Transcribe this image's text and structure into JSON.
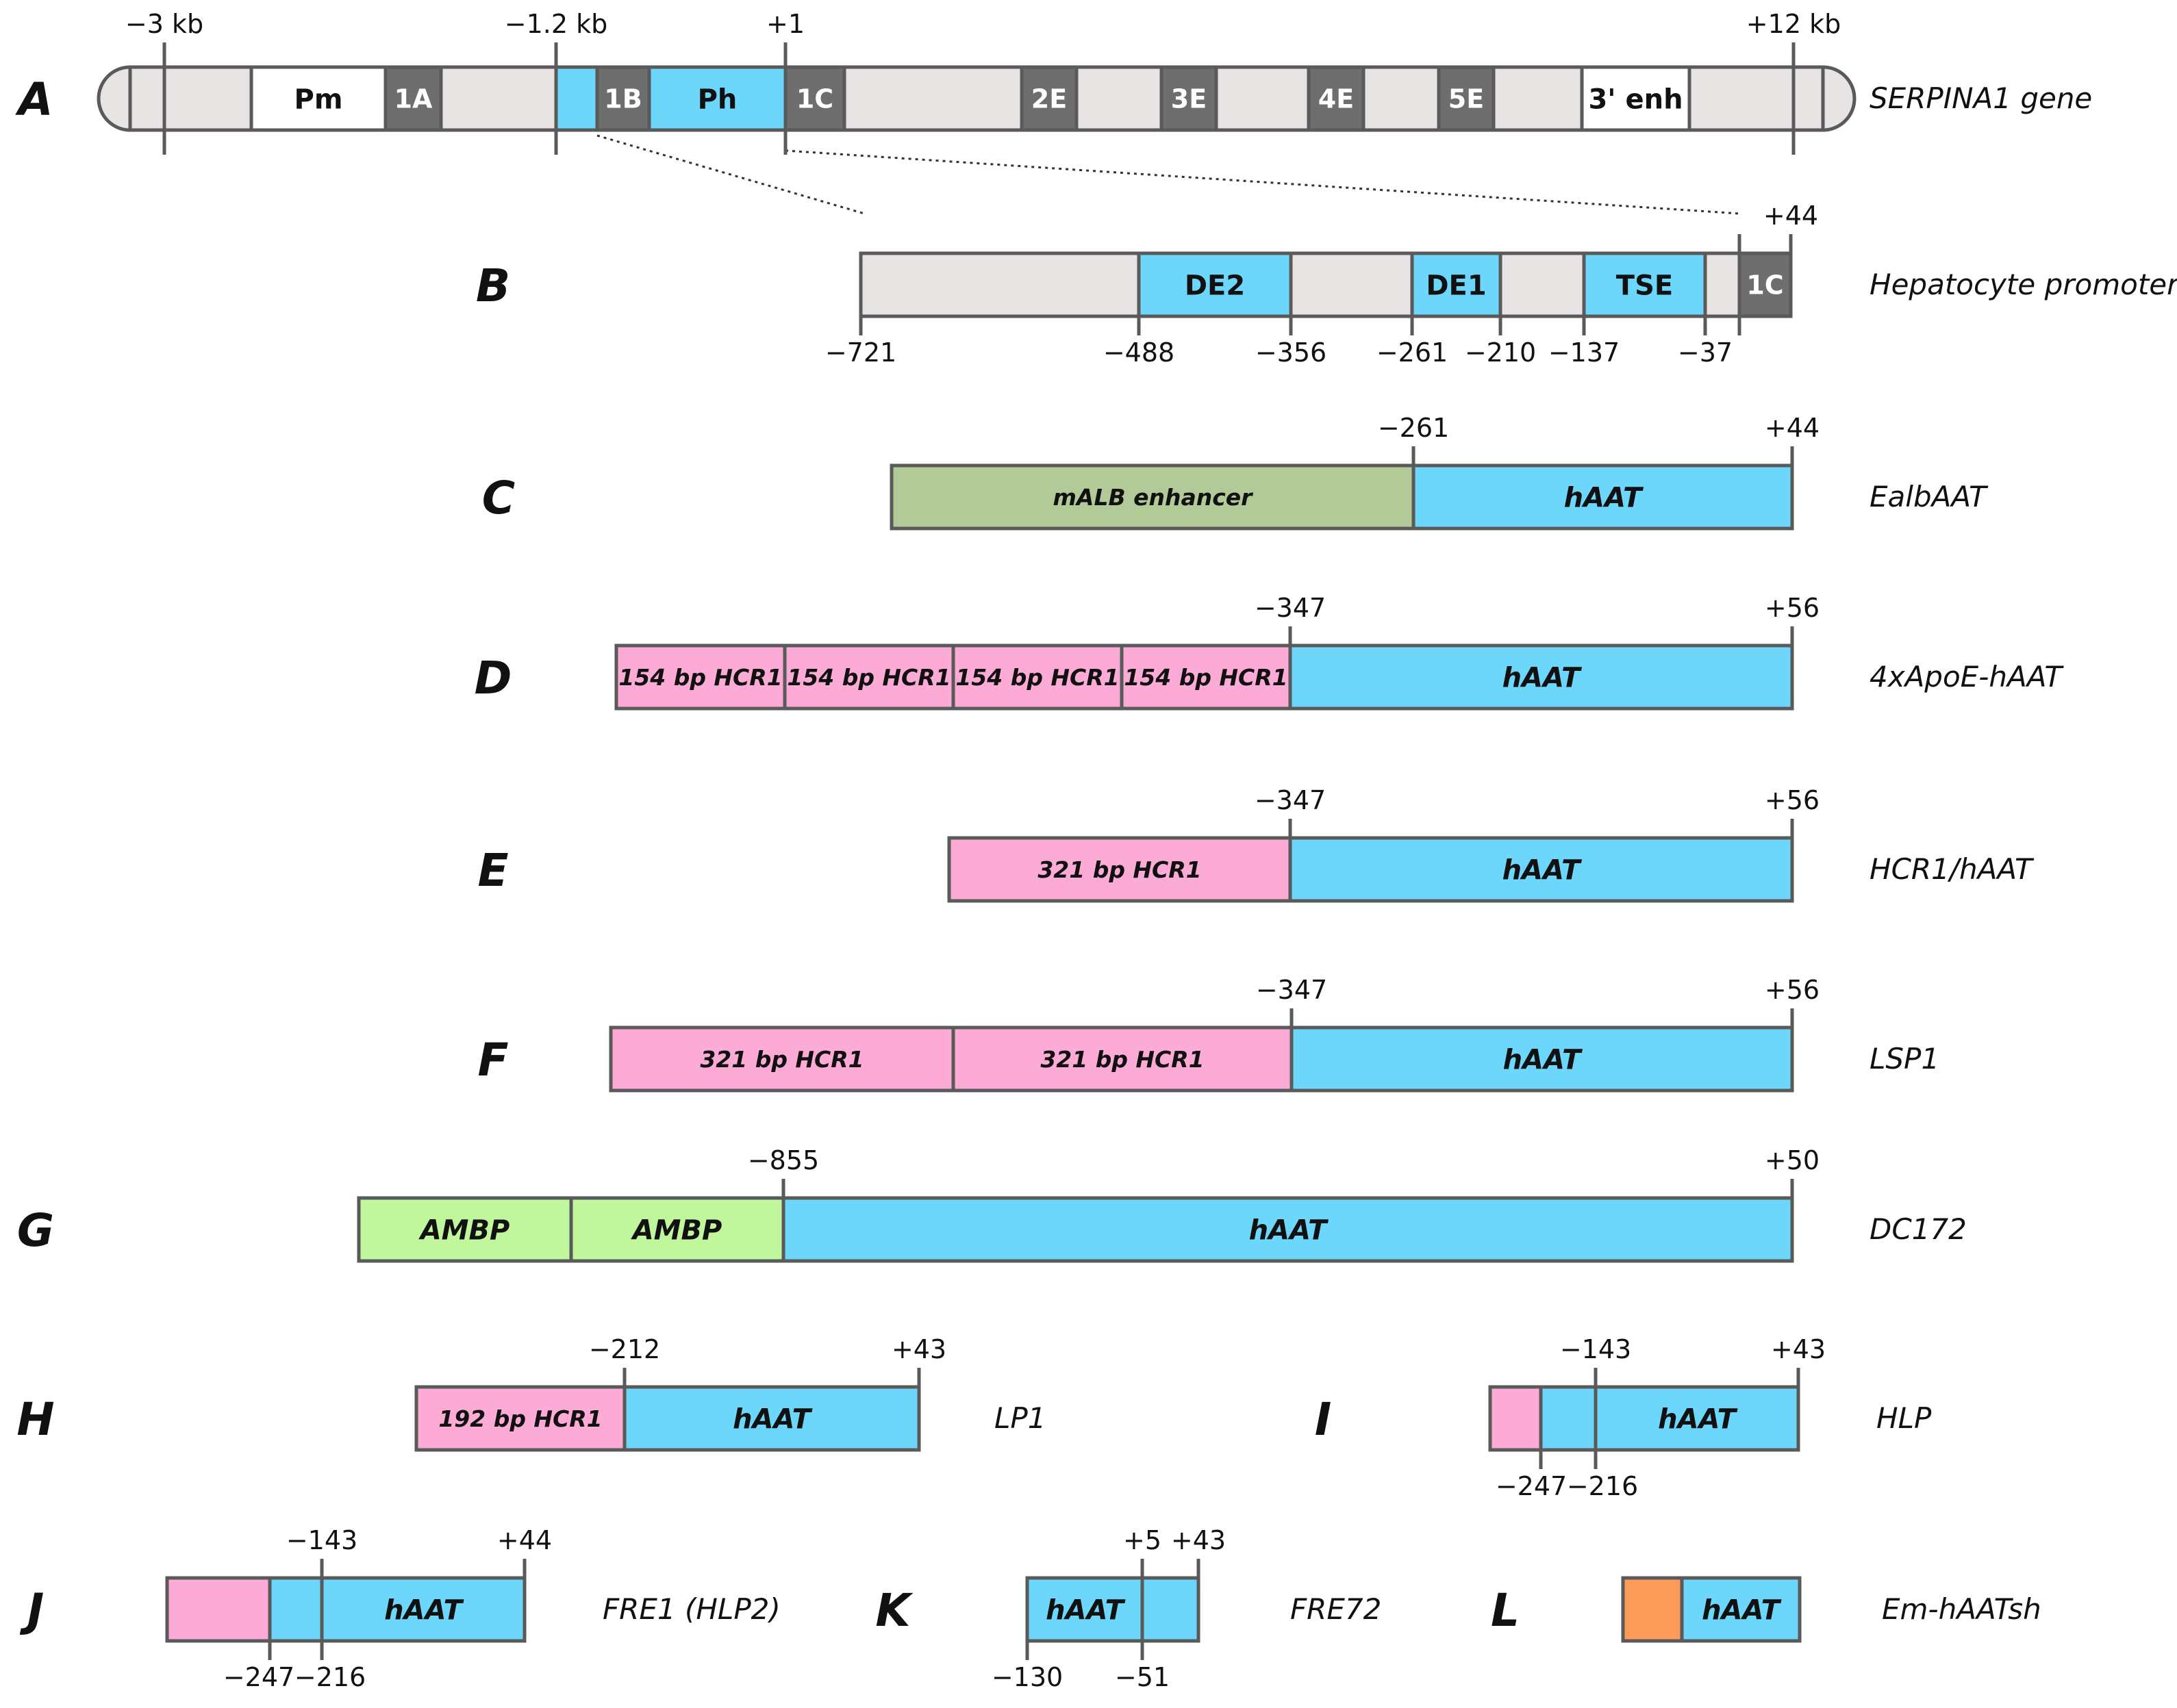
{
  "colors": {
    "gray_fill": "#e8e4e4",
    "dark_box": "#6e6e6e",
    "blue": "#6dd6fb",
    "green": "#b1ca97",
    "pink": "#fbabd6",
    "light_green": "#c0f79c",
    "orange": "#fc9a5a",
    "white": "#ffffff",
    "stroke": "#5a5a5a"
  },
  "panels": [
    {
      "letter": "A",
      "name": "SERPINA1 gene",
      "segments": [
        {
          "label": "",
          "color": "gray_fill"
        },
        {
          "label": "Pm",
          "color": "white"
        },
        {
          "label": "1A",
          "color": "dark_box"
        },
        {
          "label": "",
          "color": "gray_fill"
        },
        {
          "label": "",
          "color": "blue"
        },
        {
          "label": "1B",
          "color": "dark_box"
        },
        {
          "label": "Ph",
          "color": "blue"
        },
        {
          "label": "1C",
          "color": "dark_box"
        },
        {
          "label": "",
          "color": "gray_fill"
        },
        {
          "label": "2E",
          "color": "dark_box"
        },
        {
          "label": "",
          "color": "gray_fill"
        },
        {
          "label": "3E",
          "color": "dark_box"
        },
        {
          "label": "",
          "color": "gray_fill"
        },
        {
          "label": "4E",
          "color": "dark_box"
        },
        {
          "label": "",
          "color": "gray_fill"
        },
        {
          "label": "5E",
          "color": "dark_box"
        },
        {
          "label": "",
          "color": "gray_fill"
        },
        {
          "label": "3' enh",
          "color": "white"
        },
        {
          "label": "",
          "color": "gray_fill"
        }
      ],
      "ticks_top": [
        "−3 kb",
        "−1.2 kb",
        "+1",
        "+12 kb"
      ],
      "ticks_bottom": []
    },
    {
      "letter": "B",
      "name": "Hepatocyte promoter",
      "segments": [
        {
          "label": "",
          "color": "gray_fill"
        },
        {
          "label": "DE2",
          "color": "blue"
        },
        {
          "label": "",
          "color": "gray_fill"
        },
        {
          "label": "DE1",
          "color": "blue"
        },
        {
          "label": "",
          "color": "gray_fill"
        },
        {
          "label": "TSE",
          "color": "blue"
        },
        {
          "label": "",
          "color": "gray_fill"
        },
        {
          "label": "1C",
          "color": "dark_box"
        }
      ],
      "ticks_top": [
        "+44"
      ],
      "ticks_bottom": [
        "−721",
        "−488",
        "−356",
        "−261",
        "−210",
        "−137",
        "−37"
      ]
    },
    {
      "letter": "C",
      "name": "EalbAAT",
      "segments": [
        {
          "label": "mALB enhancer",
          "color": "green"
        },
        {
          "label": "hAAT",
          "color": "blue"
        }
      ],
      "ticks_top": [
        "−261",
        "+44"
      ],
      "ticks_bottom": []
    },
    {
      "letter": "D",
      "name": "4xApoE-hAAT",
      "segments": [
        {
          "label": "154 bp HCR1",
          "color": "pink"
        },
        {
          "label": "154 bp HCR1",
          "color": "pink"
        },
        {
          "label": "154 bp HCR1",
          "color": "pink"
        },
        {
          "label": "154 bp HCR1",
          "color": "pink"
        },
        {
          "label": "hAAT",
          "color": "blue"
        }
      ],
      "ticks_top": [
        "−347",
        "+56"
      ],
      "ticks_bottom": []
    },
    {
      "letter": "E",
      "name": "HCR1/hAAT",
      "segments": [
        {
          "label": "321 bp HCR1",
          "color": "pink"
        },
        {
          "label": "hAAT",
          "color": "blue"
        }
      ],
      "ticks_top": [
        "−347",
        "+56"
      ],
      "ticks_bottom": []
    },
    {
      "letter": "F",
      "name": "LSP1",
      "segments": [
        {
          "label": "321 bp HCR1",
          "color": "pink"
        },
        {
          "label": "321 bp HCR1",
          "color": "pink"
        },
        {
          "label": "hAAT",
          "color": "blue"
        }
      ],
      "ticks_top": [
        "−347",
        "+56"
      ],
      "ticks_bottom": []
    },
    {
      "letter": "G",
      "name": "DC172",
      "segments": [
        {
          "label": "AMBP",
          "color": "light_green"
        },
        {
          "label": "AMBP",
          "color": "light_green"
        },
        {
          "label": "hAAT",
          "color": "blue"
        }
      ],
      "ticks_top": [
        "−855",
        "+50"
      ],
      "ticks_bottom": []
    },
    {
      "letter": "H",
      "name": "LP1",
      "segments": [
        {
          "label": "192 bp HCR1",
          "color": "pink"
        },
        {
          "label": "hAAT",
          "color": "blue"
        }
      ],
      "ticks_top": [
        "−212",
        "+43"
      ],
      "ticks_bottom": []
    },
    {
      "letter": "I",
      "name": "HLP",
      "segments": [
        {
          "label": "",
          "color": "pink"
        },
        {
          "label": "",
          "color": "blue"
        },
        {
          "label": "hAAT",
          "color": "blue"
        }
      ],
      "ticks_top": [
        "−143",
        "+43"
      ],
      "ticks_bottom": [
        "−247",
        "−216"
      ]
    },
    {
      "letter": "J",
      "name": "FRE1 (HLP2)",
      "segments": [
        {
          "label": "",
          "color": "pink"
        },
        {
          "label": "",
          "color": "blue"
        },
        {
          "label": "hAAT",
          "color": "blue"
        }
      ],
      "ticks_top": [
        "−143",
        "+44"
      ],
      "ticks_bottom": [
        "−247",
        "−216"
      ]
    },
    {
      "letter": "K",
      "name": "FRE72",
      "segments": [
        {
          "label": "hAAT",
          "color": "blue"
        },
        {
          "label": "",
          "color": "blue"
        }
      ],
      "ticks_top": [
        "+5",
        "+43"
      ],
      "ticks_bottom": [
        "−130",
        "−51"
      ]
    },
    {
      "letter": "L",
      "name": "Em-hAATsh",
      "segments": [
        {
          "label": "",
          "color": "orange"
        },
        {
          "label": "hAAT",
          "color": "blue"
        }
      ],
      "ticks_top": [],
      "ticks_bottom": []
    }
  ]
}
